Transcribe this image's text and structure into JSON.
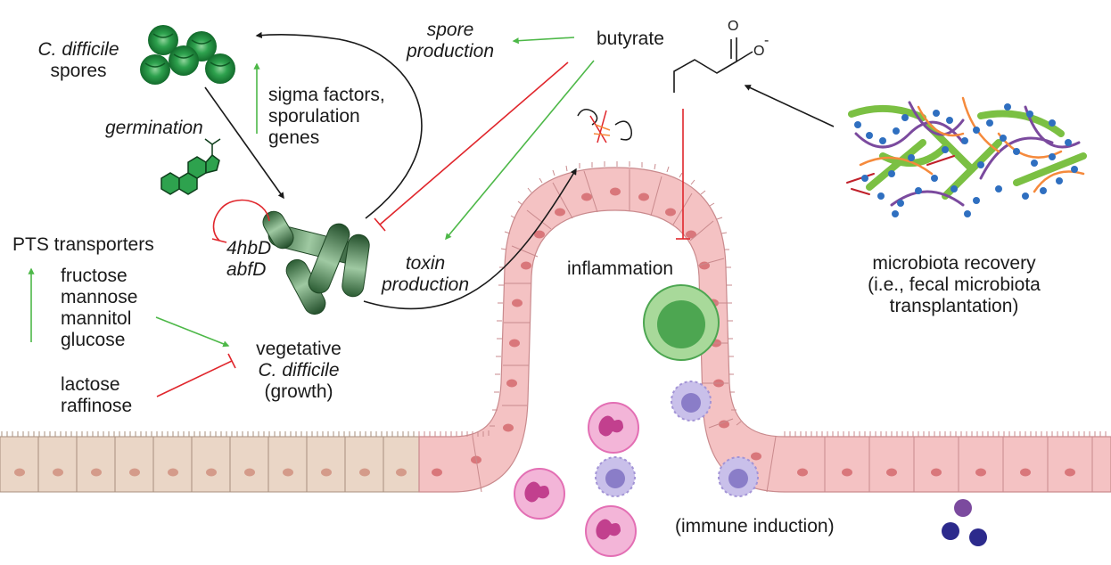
{
  "labels": {
    "spores_name": "C. difficile",
    "spores_word": "spores",
    "germination": "germination",
    "sigma_line1": "sigma factors,",
    "sigma_line2": "sporulation",
    "sigma_line3": "genes",
    "spore_prod_line1": "spore",
    "spore_prod_line2": "production",
    "butyrate": "butyrate",
    "gene1": "4hbD",
    "gene2": "abfD",
    "pts": "PTS transporters",
    "sugar1": "fructose",
    "sugar2": "mannose",
    "sugar3": "mannitol",
    "sugar4": "glucose",
    "inhib1": "lactose",
    "inhib2": "raffinose",
    "veg_line1": "vegetative",
    "veg_line2": "C. difficile",
    "veg_line3": "(growth)",
    "toxin_line1": "toxin",
    "toxin_line2": "production",
    "inflammation": "inflammation",
    "micro_line1": "microbiota recovery",
    "micro_line2": "(i.e., fecal microbiota",
    "micro_line3": "transplantation)",
    "immune": "(immune induction)",
    "carboxyl_o": "O",
    "carboxyl_minus": "-"
  },
  "colors": {
    "activation_arrow": "#4db848",
    "inhibition_line": "#e0262c",
    "flow_arrow": "#1a1a1a",
    "spore_green": "#1f8c3e",
    "vegetative_green": "#2f6b38",
    "healthy_cell": "#ead6c6",
    "inflamed_cell": "#f4c2c3",
    "cell_nucleus": "#d9777b",
    "neutrophil": "#e36fb4",
    "lymphocyte": "#a394d6",
    "immune_large": "#4da651",
    "microbe_blue": "#2f6fc0",
    "microbe_green": "#7bc043",
    "microbe_purple": "#7b4a9e",
    "microbe_orange": "#f58a3c"
  }
}
